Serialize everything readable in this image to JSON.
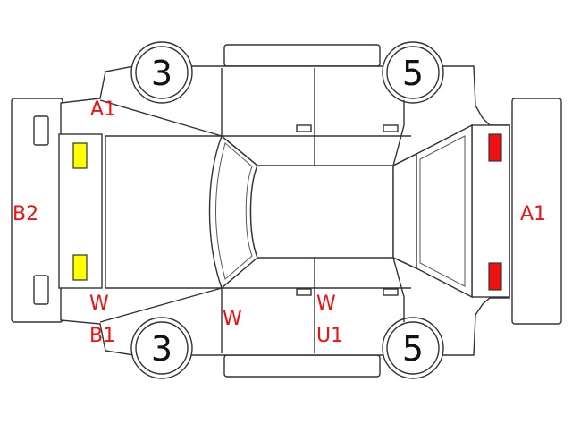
{
  "colors": {
    "outline": "#333333",
    "damage_text": "#ee1111",
    "yellow_marker": "#ffff00",
    "red_marker": "#ee1111"
  },
  "wheels": {
    "top_left": "3",
    "top_right": "5",
    "bottom_left": "3",
    "bottom_right": "5"
  },
  "damage_codes": {
    "front_left_corner": "A1",
    "front_panel": "B2",
    "rear_panel": "A1",
    "front_right_w": "W",
    "front_right_b": "B1",
    "right_front_door": "W",
    "right_rear_door_w": "W",
    "right_rear_door_u": "U1"
  }
}
